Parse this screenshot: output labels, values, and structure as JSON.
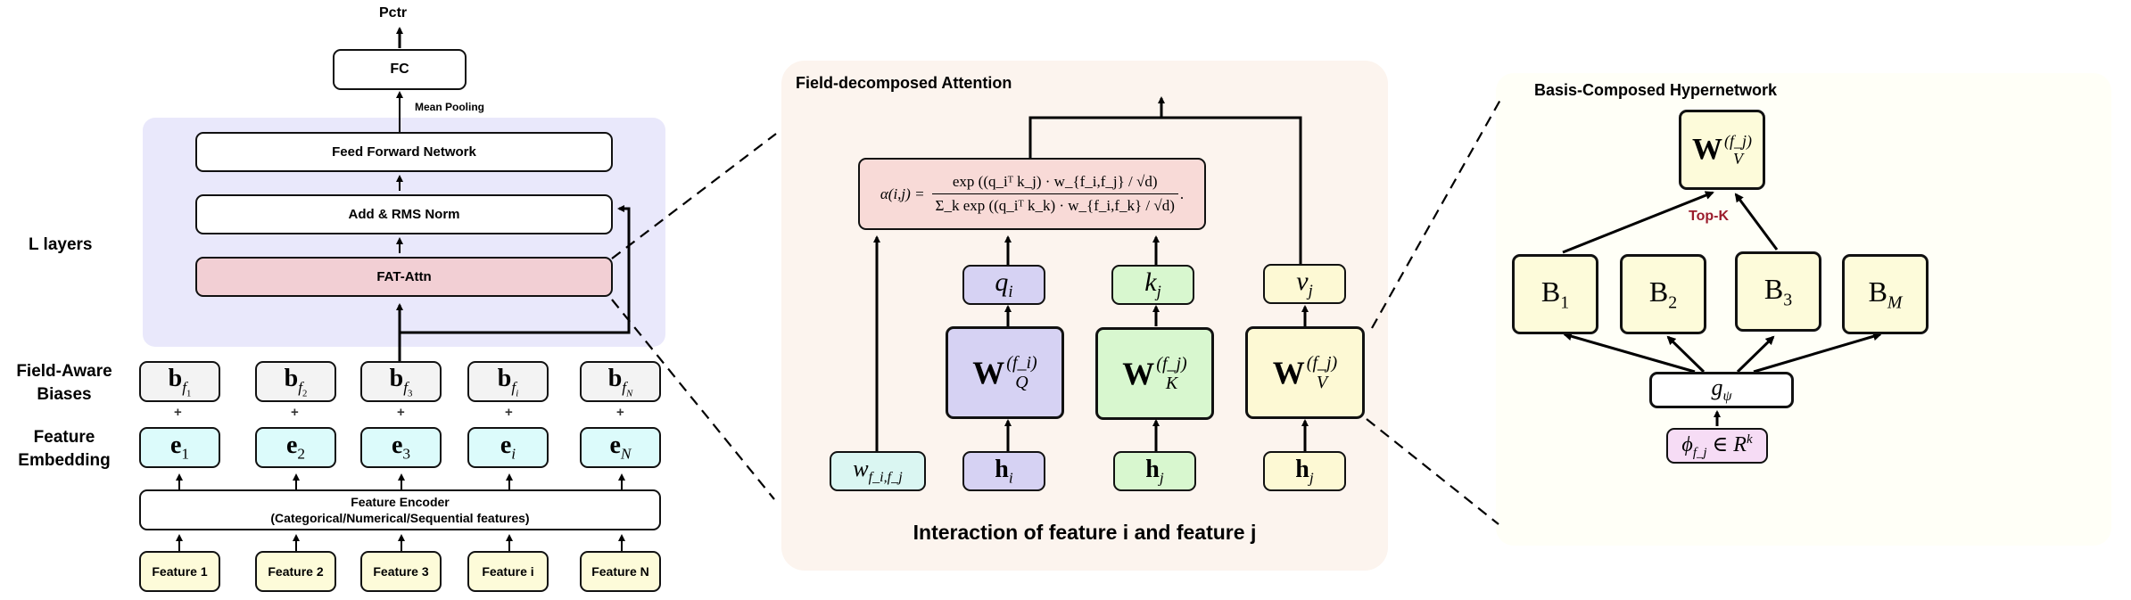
{
  "left_panel": {
    "output_label": "Pctr",
    "fc_label": "FC",
    "mean_pooling_label": "Mean Pooling",
    "layer_group_label": "L layers",
    "ffn_label": "Feed Forward Network",
    "norm_label": "Add & RMS Norm",
    "attn_label": "FAT-Attn",
    "biases_row_label": "Field-Aware Biases",
    "embedding_row_label": "Feature Embedding",
    "plus_sign": "+",
    "biases": [
      {
        "base": "b",
        "sub": "f",
        "subsub": "1"
      },
      {
        "base": "b",
        "sub": "f",
        "subsub": "2"
      },
      {
        "base": "b",
        "sub": "f",
        "subsub": "3"
      },
      {
        "base": "b",
        "sub": "f",
        "subsub": "i"
      },
      {
        "base": "b",
        "sub": "f",
        "subsub": "N"
      }
    ],
    "embeddings": [
      {
        "base": "e",
        "sub": "1"
      },
      {
        "base": "e",
        "sub": "2"
      },
      {
        "base": "e",
        "sub": "3"
      },
      {
        "base": "e",
        "sub": "i"
      },
      {
        "base": "e",
        "sub": "N"
      }
    ],
    "encoder_line1": "Feature Encoder",
    "encoder_line2": "(Categorical/Numerical/Sequential features)",
    "features": [
      "Feature 1",
      "Feature 2",
      "Feature 3",
      "Feature i",
      "Feature N"
    ]
  },
  "middle_panel": {
    "title": "Field-decomposed Attention",
    "formula": {
      "lhs": "α(i,j) =",
      "numerator": "exp ((q_iᵀ k_j) · w_{f_i,f_j} / √d)",
      "denominator": "Σ_k exp ((q_iᵀ k_k) · w_{f_i,f_k} / √d)"
    },
    "q_label": {
      "base": "q",
      "sub": "i"
    },
    "k_label": {
      "base": "k",
      "sub": "j"
    },
    "v_label": {
      "base": "v",
      "sub": "j"
    },
    "wq_label": {
      "base": "W",
      "sub": "Q",
      "sup": "(f_i)"
    },
    "wk_label": {
      "base": "W",
      "sub": "K",
      "sup": "(f_j)"
    },
    "wv_label": {
      "base": "W",
      "sub": "V",
      "sup": "(f_j)"
    },
    "w_label": {
      "base": "w",
      "sub": "f_i,f_j"
    },
    "h_labels": [
      {
        "base": "h",
        "sub": "i"
      },
      {
        "base": "h",
        "sub": "j"
      },
      {
        "base": "h",
        "sub": "j"
      }
    ],
    "caption": "Interaction of feature i and feature j"
  },
  "right_panel": {
    "title": "Basis-Composed Hypernetwork",
    "wv_label": {
      "base": "W",
      "sub": "V",
      "sup": "(f_j)"
    },
    "topk_label": "Top-K",
    "bases": [
      {
        "base": "B",
        "sub": "1"
      },
      {
        "base": "B",
        "sub": "2"
      },
      {
        "base": "B",
        "sub": "3"
      },
      {
        "base": "B",
        "sub": "M"
      }
    ],
    "g_label": {
      "base": "g",
      "sub": "ψ"
    },
    "phi_label": {
      "base": "ϕ",
      "sub": "f_j",
      "rest": "∈ R",
      "sup": "k"
    }
  },
  "colors": {
    "layer_bg": "#e9e8fb",
    "attn_fill": "#f2cfd4",
    "bias_fill": "#f3f3f3",
    "embed_fill": "#dcfbfb",
    "feature_fill": "#fdfbd9",
    "middle_bg": "#fcf4ee",
    "formula_fill": "#f8dad7",
    "q_fill": "#d6d2f3",
    "k_fill": "#d8f7cf",
    "v_fill": "#fdf9d4",
    "w_fill": "#daf6f2",
    "right_bg": "#fffff7",
    "basis_fill": "#fdfbda",
    "phi_fill": "#f6dcf5",
    "topk_color": "#9b1c2c"
  }
}
